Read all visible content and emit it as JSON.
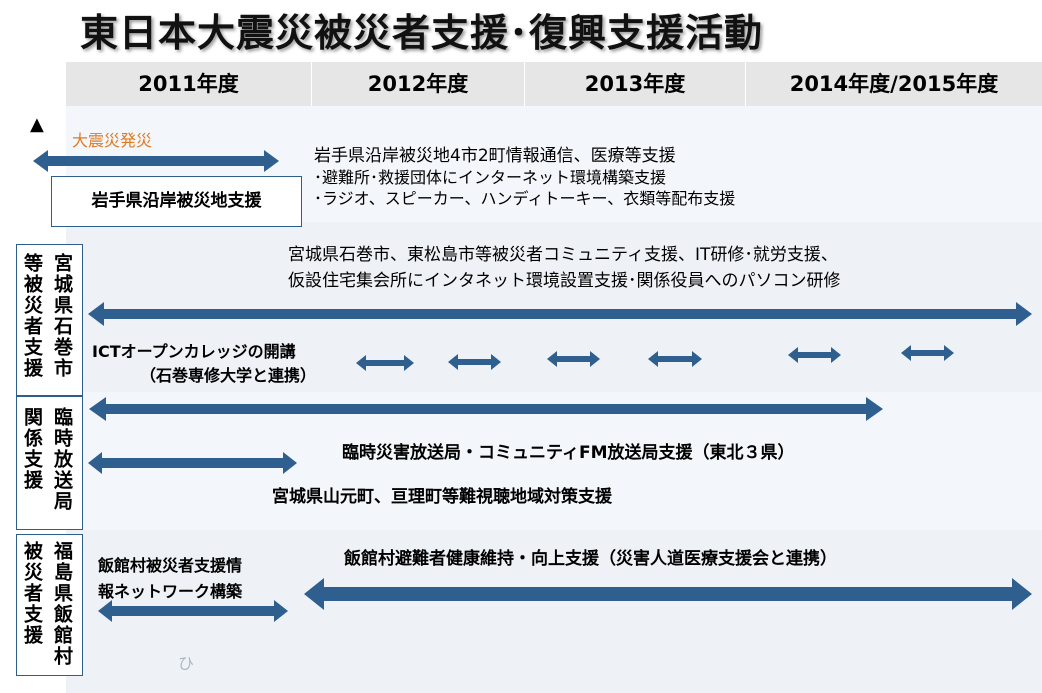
{
  "title": "東日本大震災被災者支援･復興支援活動",
  "years": [
    "2011年度",
    "2012年度",
    "2013年度",
    "2014年度/2015年度"
  ],
  "marker": "▲",
  "event_label": "大震災発災",
  "iwate": {
    "box_label": "岩手県沿岸被災地支援",
    "line1": "岩手県沿岸被災地4市2町情報通信、医療等支援",
    "line2": "･避難所･救援団体にインターネット環境構築支援",
    "line3": "･ラジオ、スピーカー、ハンディトーキー、衣類等配布支援"
  },
  "miyagi": {
    "side_col1": "宮城県石巻市",
    "side_col2": "等被災者支援",
    "line1": "宮城県石巻市、東松島市等被災者コミュニティ支援、IT研修･就労支援、",
    "line2": "仮設住宅集会所にインタネット環境設置支援･関係役員へのパソコン研修",
    "ict_line1": "ICTオープンカレッジの開講",
    "ict_line2": "（石巻専修大学と連携）"
  },
  "radio": {
    "side_col1": "臨時放送局",
    "side_col2": "関係支援",
    "line1": "臨時災害放送局・コミュニティFM放送局支援（東北３県）",
    "line2": "宮城県山元町、亘理町等難視聴地域対策支援"
  },
  "fukushima": {
    "side_col1": "福島県飯館村",
    "side_col2": "被災者支援",
    "network_line1": "飯館村被災者支援情",
    "network_line2": "報ネットワーク構築",
    "health": "飯館村避難者健康維持・向上支援（災害人道医療支援会と連携）"
  },
  "footer_char": "ひ",
  "colors": {
    "arrow": "#2f5f8f",
    "event": "#e07b22",
    "box_border": "#2e5f8c",
    "year_bar": "#e6e6e6"
  }
}
